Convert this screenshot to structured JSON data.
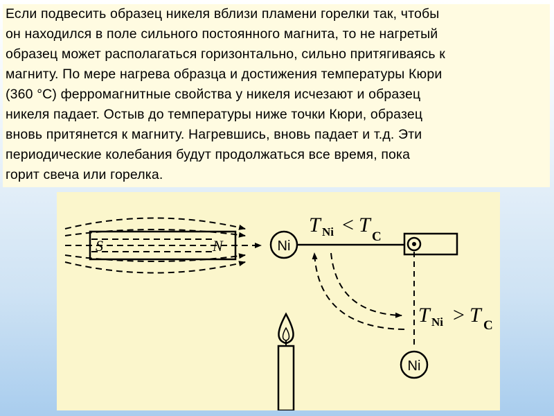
{
  "paragraph": {
    "lines": [
      "Если подвесить образец никеля вблизи пламени горелки так, чтобы",
      "он находился в поле сильного постоянного магнита, то не нагретый",
      "образец может располагаться горизонтально, сильно притягиваясь к",
      "магниту. По мере нагрева образца и достижения температуры Кюри",
      "(360 °С) ферромагнитные свойства у никеля исчезают и образец",
      "никеля падает. Остыв до температуры ниже точки Кюри, образец",
      "вновь притянется к магниту. Нагревшись, вновь падает и т.д. Эти",
      "периодические колебания будут продолжаться все время, пока",
      "горит свеча или горелка."
    ]
  },
  "diagram": {
    "magnet_pole_south": "S",
    "magnet_pole_north": "N",
    "sample_top_label": "Ni",
    "sample_bottom_label": "Ni",
    "condition_cold": {
      "t": "T",
      "t_sub": "Ni",
      "op": "<",
      "tc": "T",
      "tc_sub": "C"
    },
    "condition_hot": {
      "t": "T",
      "t_sub": "Ni",
      "op": ">",
      "tc": "T",
      "tc_sub": "C"
    }
  }
}
